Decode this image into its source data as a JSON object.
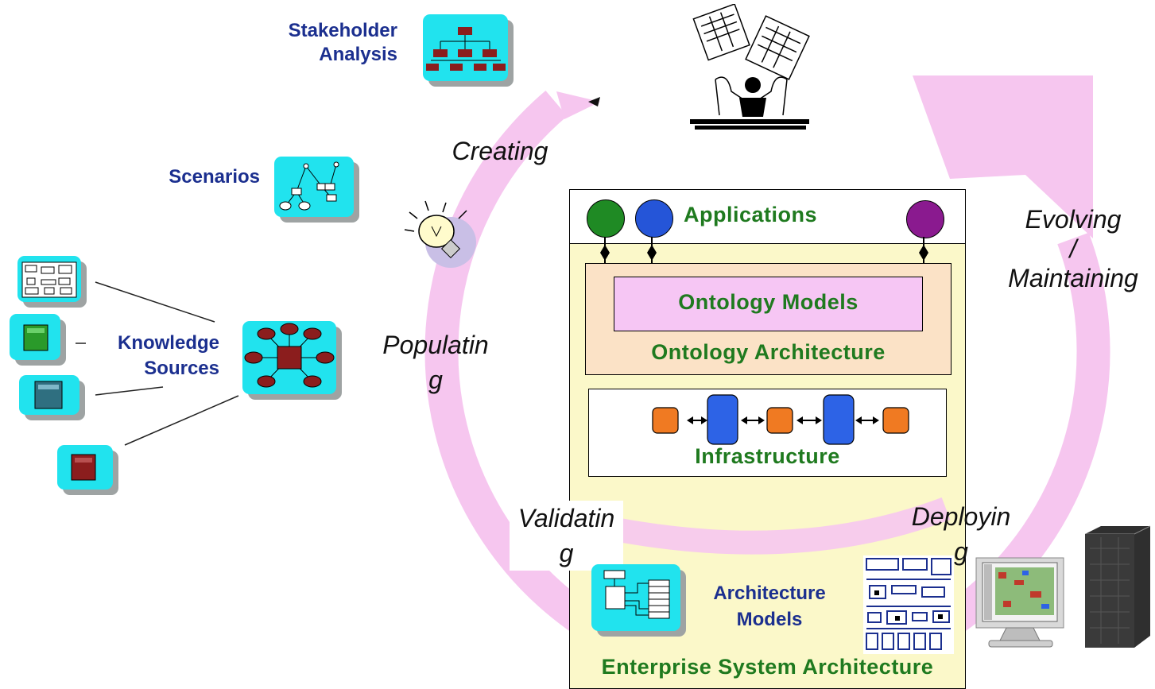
{
  "labels": {
    "stakeholder_analysis": "Stakeholder\nAnalysis",
    "scenarios": "Scenarios",
    "knowledge_sources": "Knowledge\nSources",
    "applications": "Applications",
    "ontology_models": "Ontology Models",
    "ontology_architecture": "Ontology Architecture",
    "infrastructure": "Infrastructure",
    "architecture_models": "Architecture\nModels",
    "enterprise_system_architecture": "Enterprise System Architecture"
  },
  "phases": {
    "creating": "Creating",
    "evolving_maintaining": "Evolving\n/\nMaintaining",
    "populating": "Populatin\ng",
    "validating": "Validatin\ng",
    "deploying": "Deployin\ng"
  },
  "colors": {
    "cycle_arrow": "#f6c6ef",
    "tile": "#21e3ee",
    "enterprise_panel": "#fbf8c9",
    "ontology_architecture_panel": "#fbe2c6",
    "ontology_models_box": "#f6c6f4",
    "app_circle_green": "#1f8a24",
    "app_circle_blue": "#2555d8",
    "app_circle_purple": "#8a1a8f",
    "infra_orange": "#f07a22",
    "infra_blue": "#2d63e6",
    "label_navy": "#1b2f8f",
    "label_green": "#1f7a1f"
  }
}
